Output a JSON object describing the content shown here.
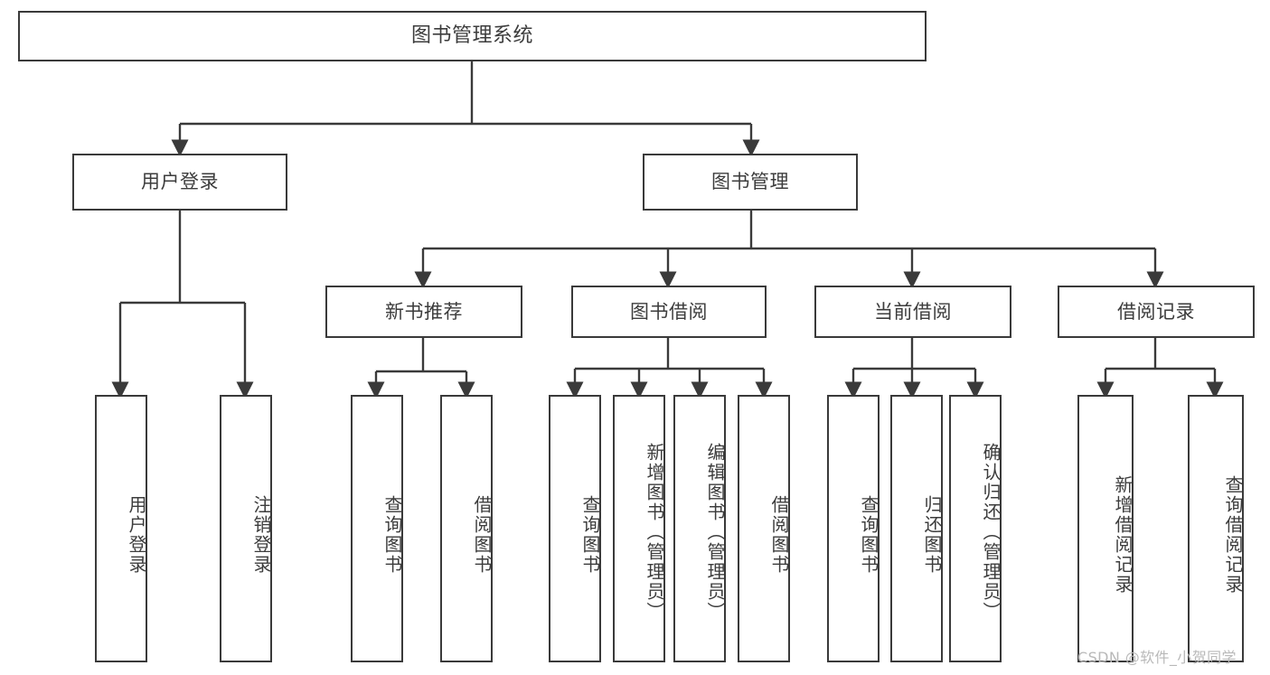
{
  "diagram": {
    "title": "图书管理系统",
    "type": "hierarchy-tree",
    "root": {
      "label": "图书管理系统"
    },
    "level1": [
      {
        "label": "用户登录"
      },
      {
        "label": "图书管理"
      }
    ],
    "level2": [
      {
        "label": "新书推荐"
      },
      {
        "label": "图书借阅"
      },
      {
        "label": "当前借阅"
      },
      {
        "label": "借阅记录"
      }
    ],
    "leaves_user_login": [
      {
        "label": "用户登录"
      },
      {
        "label": "注销登录"
      }
    ],
    "leaves_new_book": [
      {
        "label": "查询图书"
      },
      {
        "label": "借阅图书"
      }
    ],
    "leaves_borrow": [
      {
        "label": "查询图书"
      },
      {
        "label": "新增图书（管理员）"
      },
      {
        "label": "编辑图书（管理员）"
      },
      {
        "label": "借阅图书"
      }
    ],
    "leaves_current": [
      {
        "label": "查询图书"
      },
      {
        "label": "归还图书"
      },
      {
        "label": "确认归还（管理员）"
      }
    ],
    "leaves_records": [
      {
        "label": "新增借阅记录"
      },
      {
        "label": "查询借阅记录"
      }
    ],
    "watermark": "CSDN @软件_小贺同学",
    "colors": {
      "stroke": "#3a3a3a",
      "text": "#3c3c3c",
      "background": "#ffffff",
      "watermark": "#b9b9b9"
    }
  }
}
